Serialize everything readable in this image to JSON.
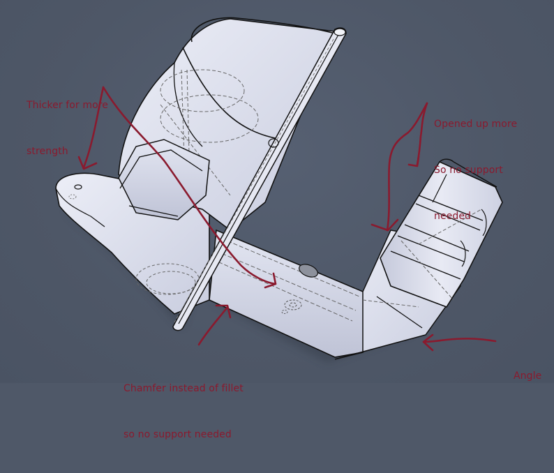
{
  "viewport": {
    "background": "#4f5868",
    "model_face_color": "#d9dcea",
    "edge_color": "#111111",
    "annotation_color": "#8a1a2e"
  },
  "annotations": [
    {
      "id": "thicker",
      "lines": [
        "Thicker for more",
        "strength"
      ]
    },
    {
      "id": "opened",
      "lines": [
        "Opened up more",
        "So no support",
        "needed"
      ]
    },
    {
      "id": "chamfer",
      "lines": [
        "Chamfer instead of fillet",
        "so no support needed"
      ]
    },
    {
      "id": "angle",
      "lines": [
        "Angle"
      ]
    }
  ]
}
